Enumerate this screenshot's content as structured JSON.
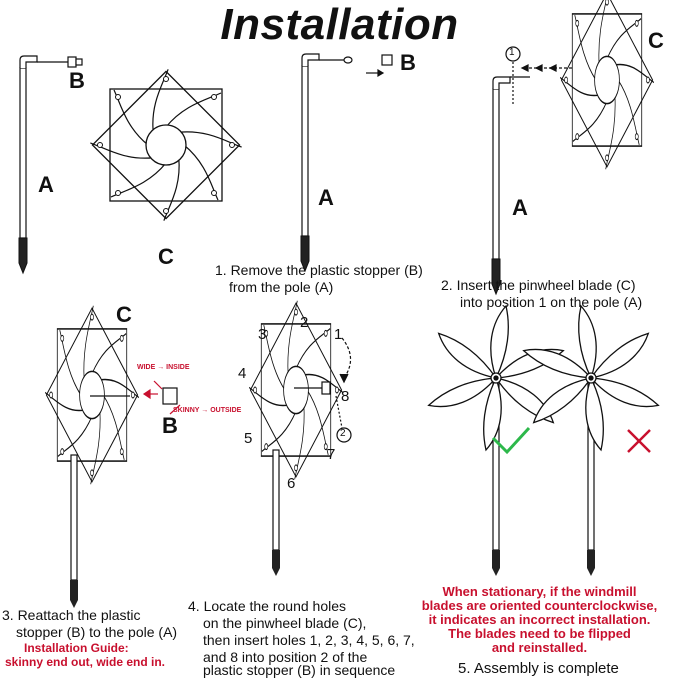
{
  "title": "Installation",
  "labels": {
    "a": "A",
    "b": "B",
    "c": "C"
  },
  "steps": {
    "s1": {
      "line1": "1. Remove the plastic stopper (B)",
      "line2": "from the pole (A)"
    },
    "s2": {
      "line1": "2. Insert the pinwheel blade (C)",
      "line2": "into position  1  on the pole (A)"
    },
    "s3": {
      "line1": "3.  Reattach the plastic",
      "line2": "stopper (B) to the pole (A)",
      "guide_title": "Installation Guide:",
      "guide_text": "skinny end out, wide end in."
    },
    "s4": {
      "line1": "4.  Locate the round holes",
      "line2": "on the pinwheel blade (C),",
      "line3": "then insert holes 1, 2, 3, 4, 5, 6, 7,",
      "line4": "and 8 into position  2  of the",
      "line5": "plastic stopper (B) in sequence"
    },
    "s5": {
      "warn1": "When stationary, if the windmill",
      "warn2": "blades are oriented counterclockwise,",
      "warn3": "it indicates an incorrect installation.",
      "warn4": "The blades need to be flipped",
      "warn5": "and reinstalled.",
      "done": "5.  Assembly is complete"
    }
  },
  "annotations": {
    "wide": "WIDE → INSIDE",
    "skinny": "SKINNY → OUTSIDE"
  },
  "positions": {
    "p1": "1",
    "p2": "2"
  },
  "holes": [
    "1",
    "2",
    "3",
    "4",
    "5",
    "6",
    "7",
    "8"
  ],
  "colors": {
    "accent_red": "#c8102e",
    "check_green": "#2db84b",
    "ink": "#111111"
  }
}
